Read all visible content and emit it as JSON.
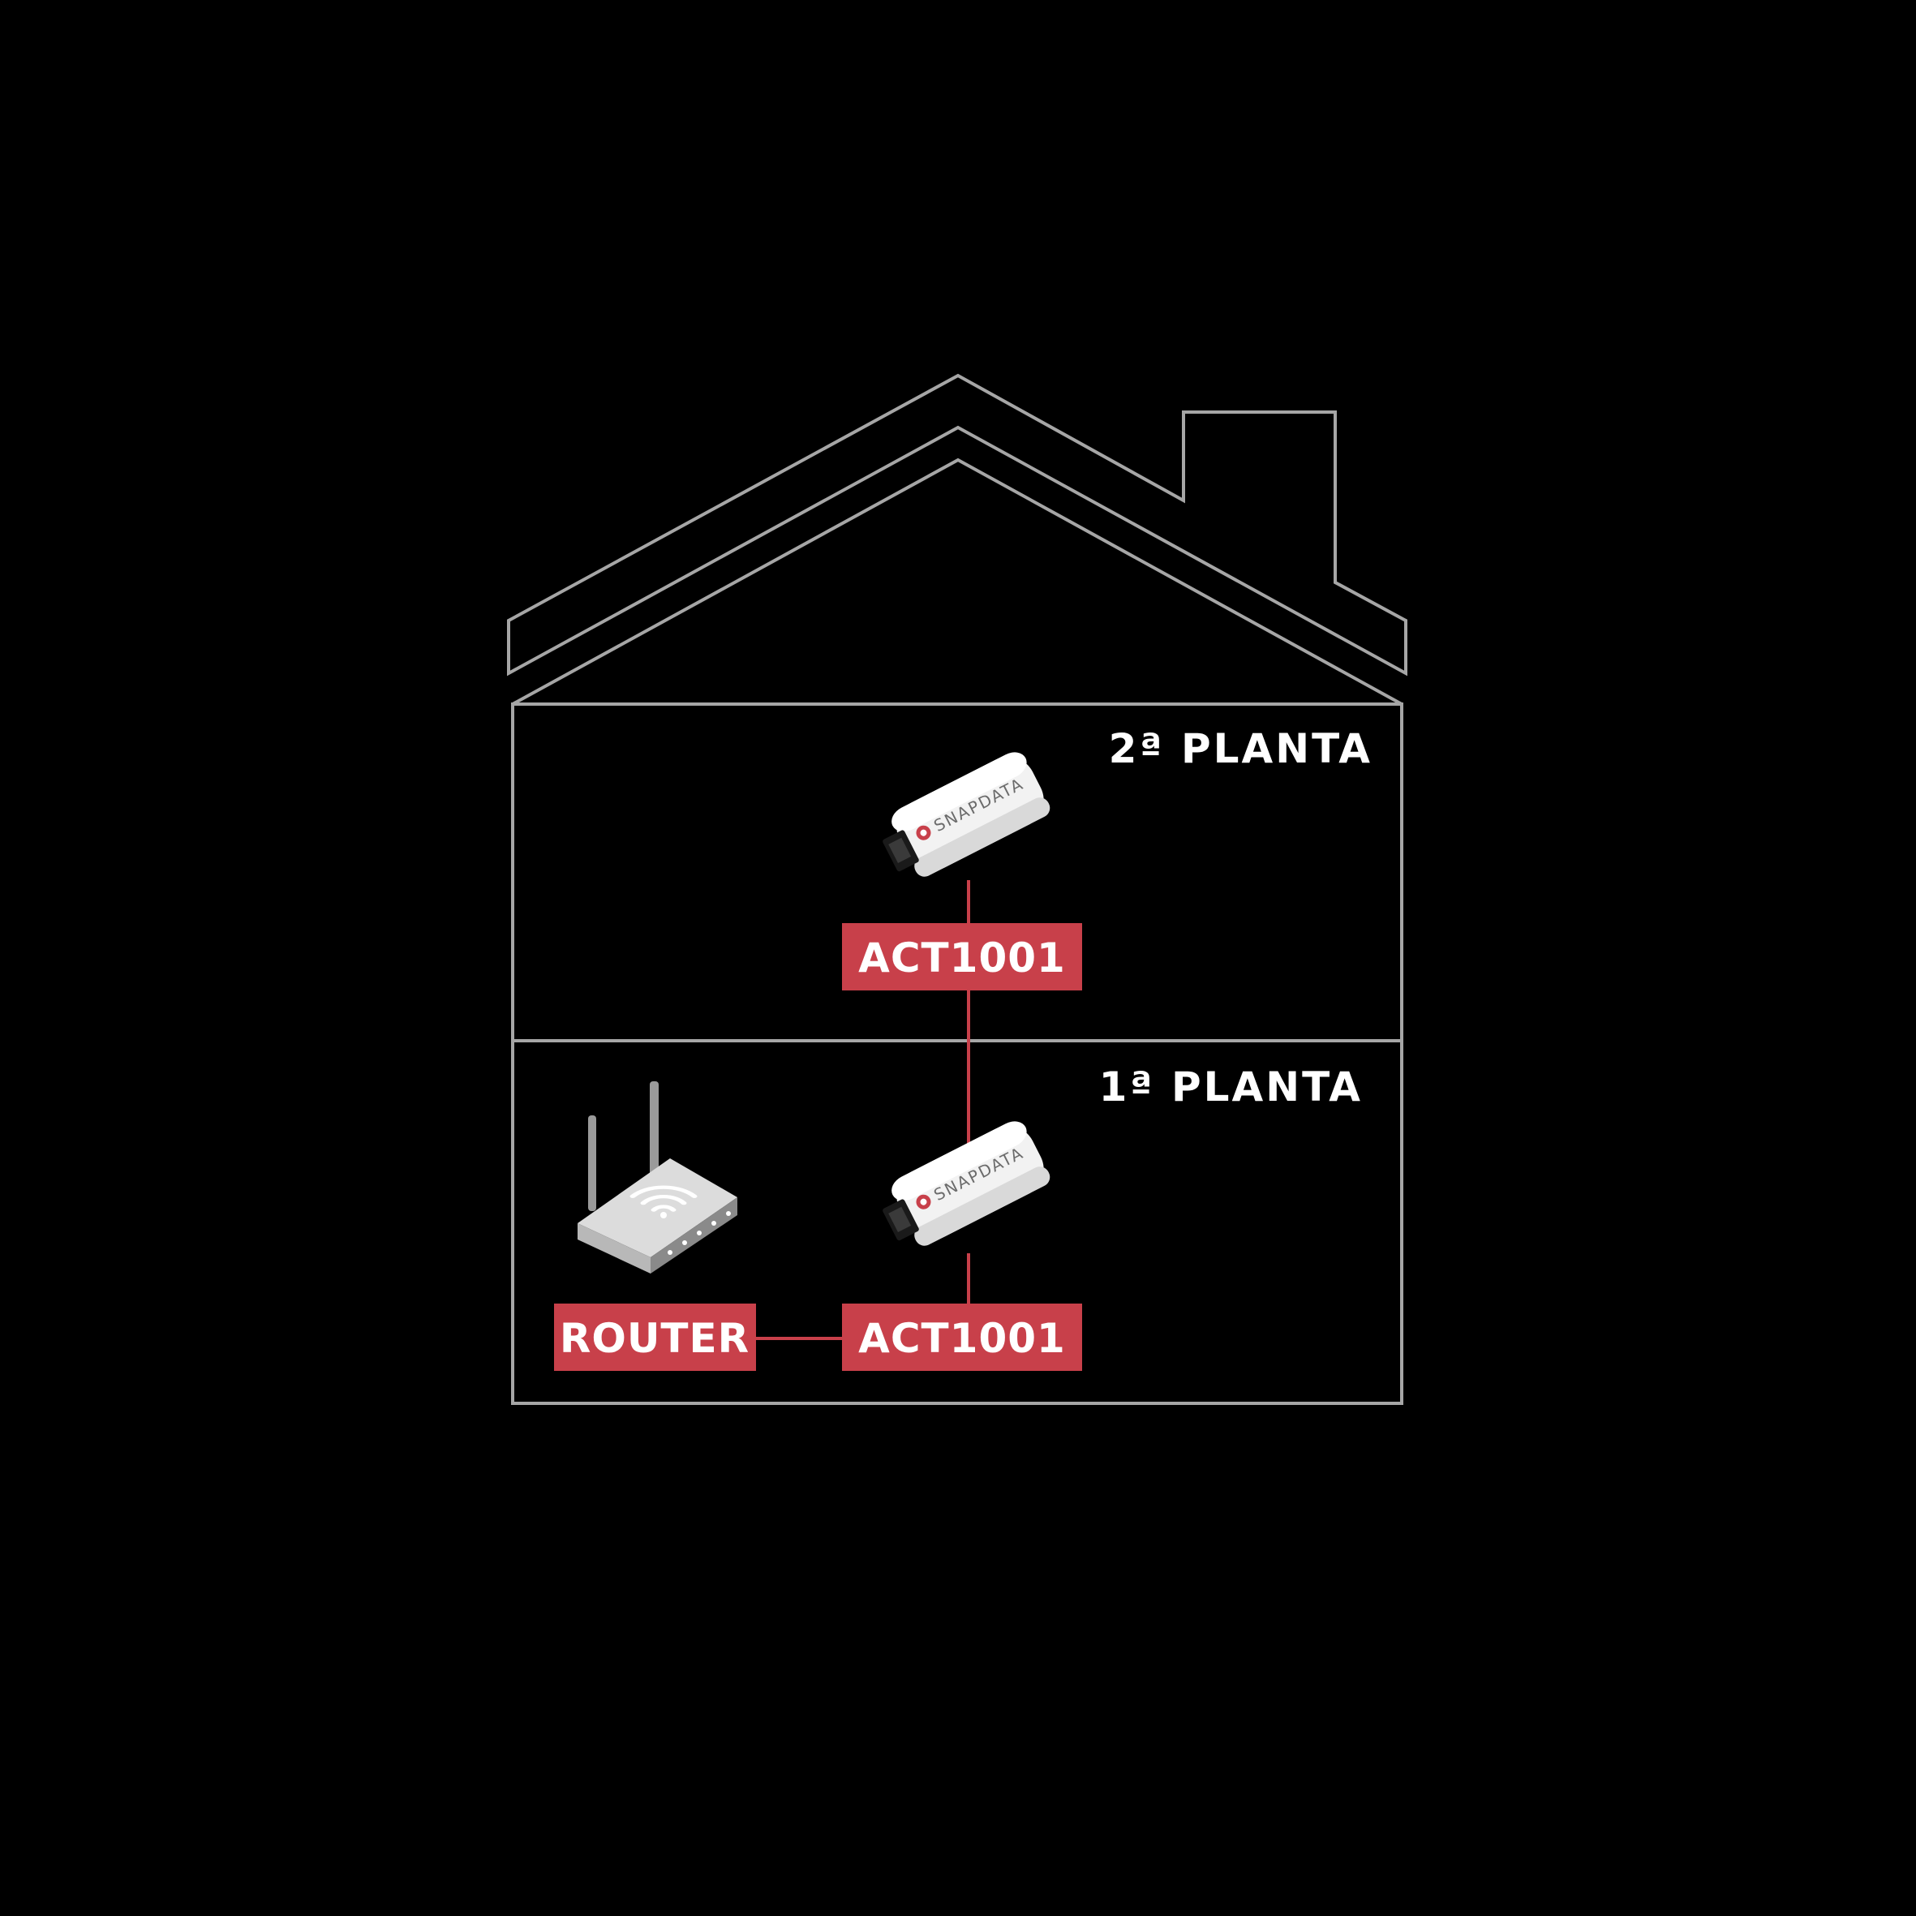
{
  "colors": {
    "background": "#000000",
    "outline": "#a6a6a6",
    "accent": "#c8404a",
    "label_text": "#ffffff"
  },
  "floors": {
    "upper": {
      "label": "2ª PLANTA"
    },
    "lower": {
      "label": "1ª PLANTA"
    }
  },
  "devices": {
    "upper_adapter": {
      "tag": "ACT1001",
      "brand": "SNAPDATA",
      "icon": "powerline-adapter-icon"
    },
    "lower_adapter": {
      "tag": "ACT1001",
      "brand": "SNAPDATA",
      "icon": "powerline-adapter-icon"
    },
    "router": {
      "tag": "ROUTER",
      "icon": "wifi-router-icon"
    }
  }
}
